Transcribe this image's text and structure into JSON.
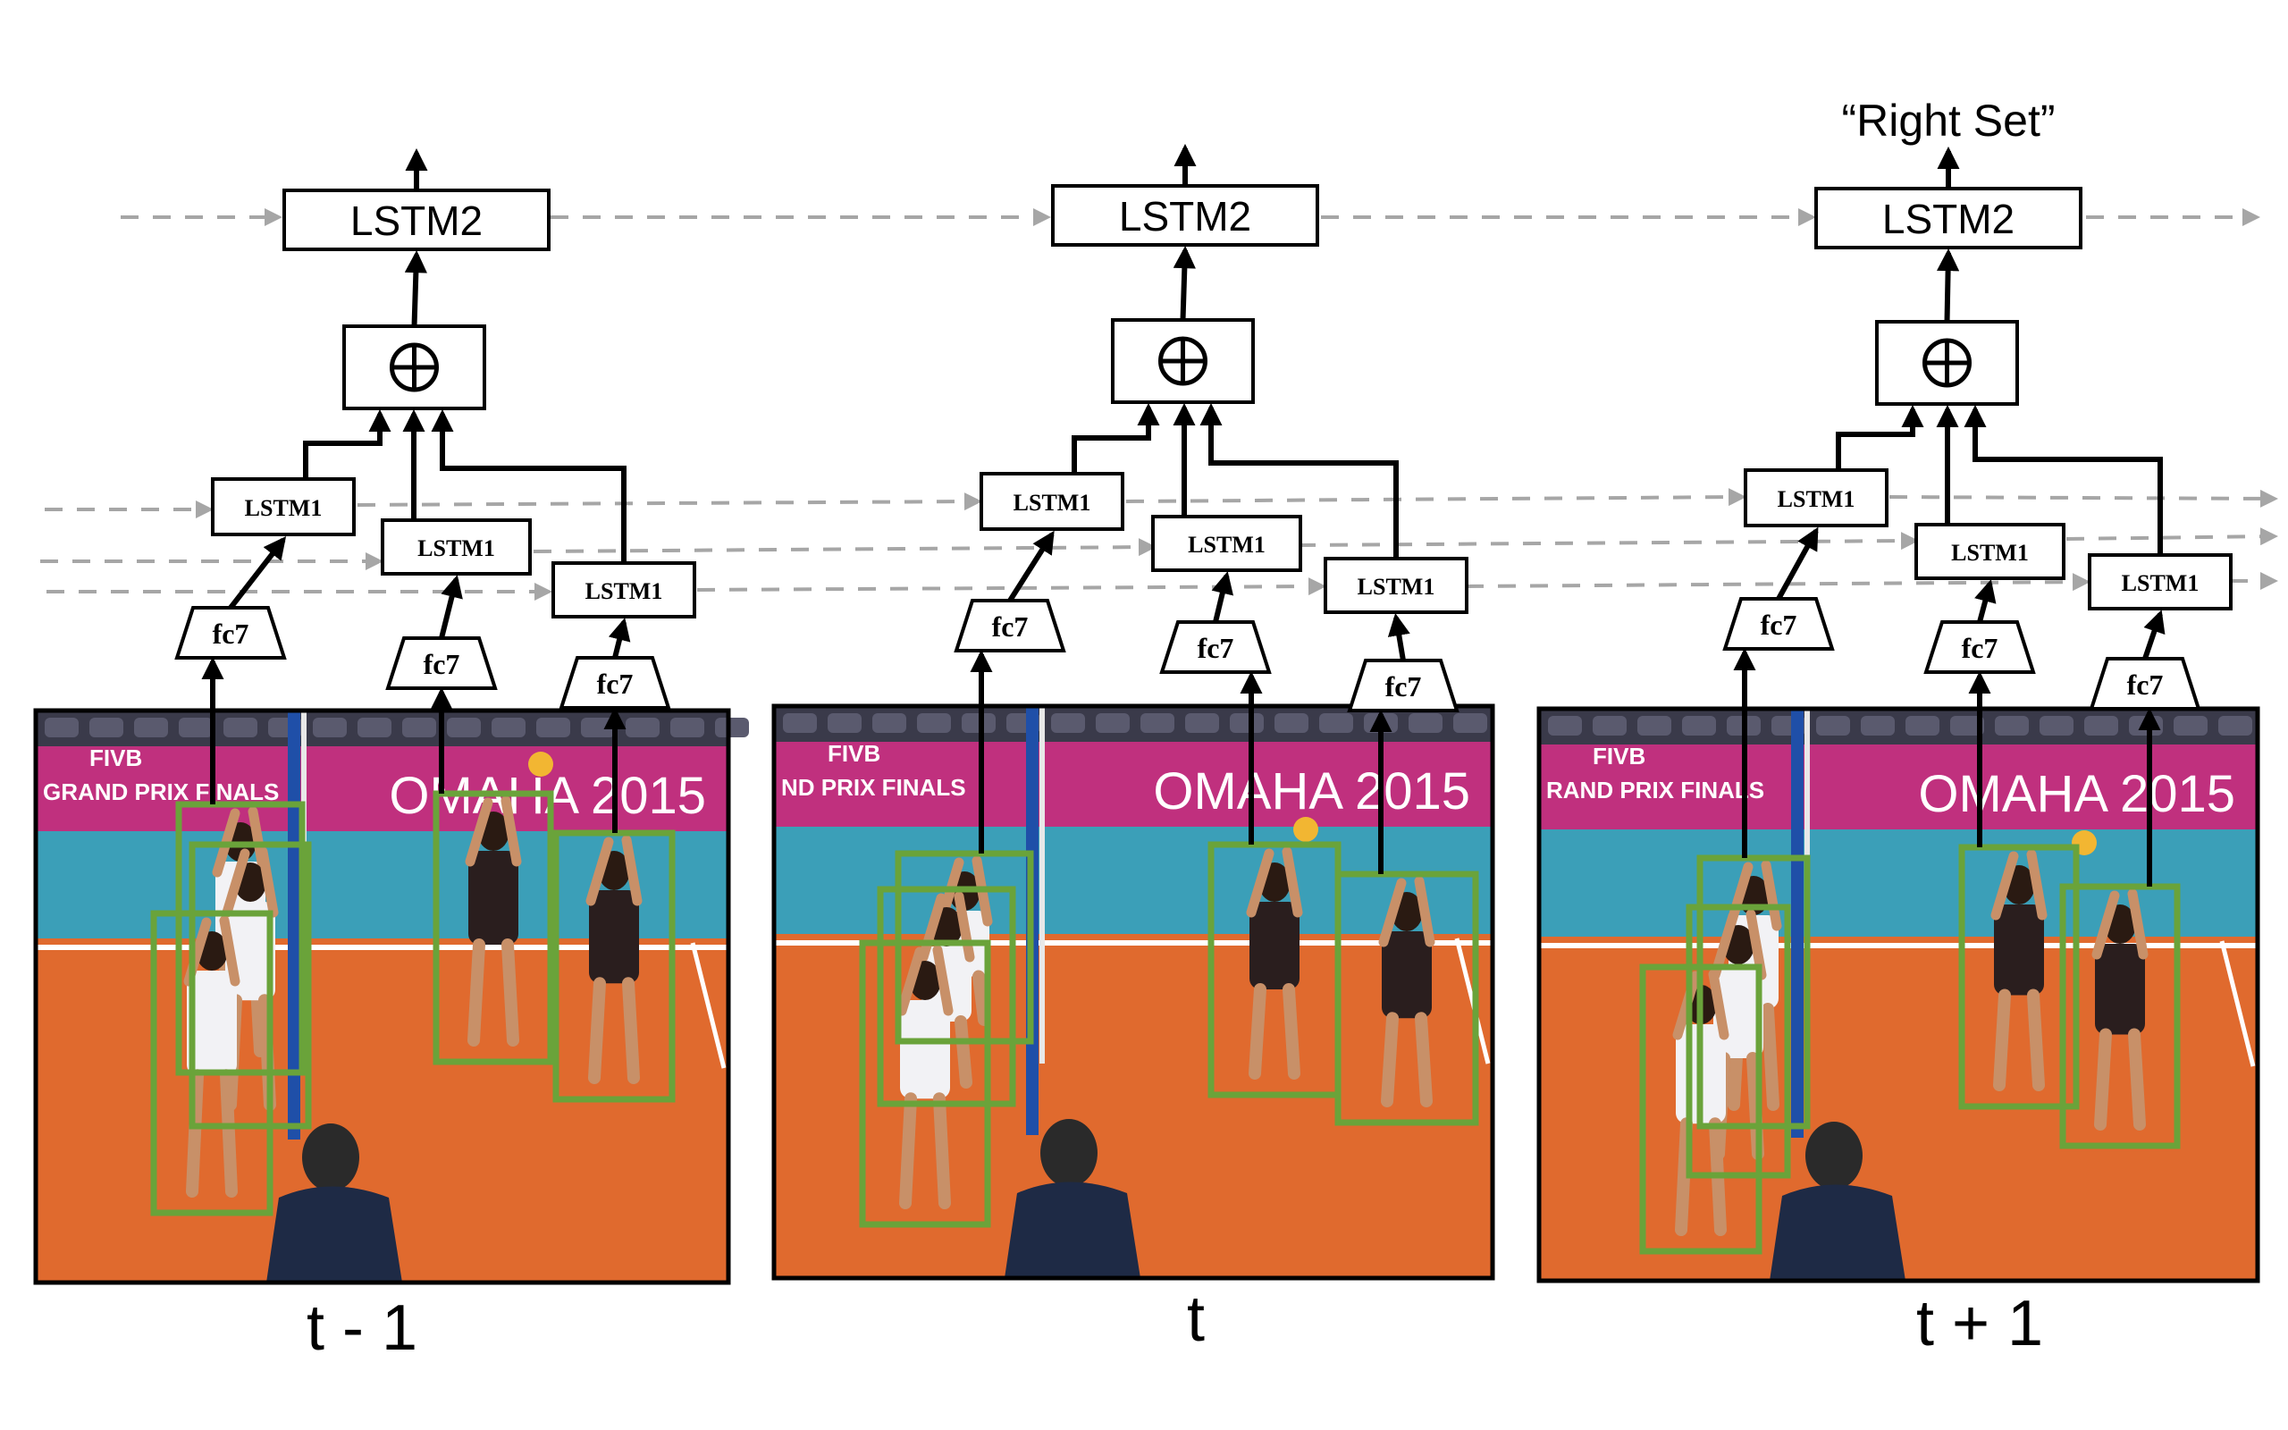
{
  "diagram": {
    "output_label": "“Right Set”",
    "lstm2_label": "LSTM2",
    "lstm1_label": "LSTM1",
    "fc7_label": "fc7",
    "sum_symbol": "⊕",
    "frames": [
      {
        "time_label": "t - 1",
        "banner_left": "GRAND PRIX FINALS",
        "banner_logo": "OMAHA 2015",
        "brand": "FIVB"
      },
      {
        "time_label": "t",
        "banner_left": "ND PRIX FINALS",
        "banner_logo": "OMAHA 2015",
        "brand": "FIVB"
      },
      {
        "time_label": "t + 1",
        "banner_left": "RAND PRIX FINALS",
        "banner_logo": "OMAHA 2015",
        "brand": "FIVB"
      }
    ]
  },
  "colors": {
    "box_stroke": "#000000",
    "bbox_green": "#6aa33a",
    "dashed_arrow": "#a6a6a6",
    "court_orange": "#e06a2e",
    "court_teal": "#3b9fb8",
    "banner_magenta": "#c0307e",
    "stands": "#3a3a4a"
  }
}
